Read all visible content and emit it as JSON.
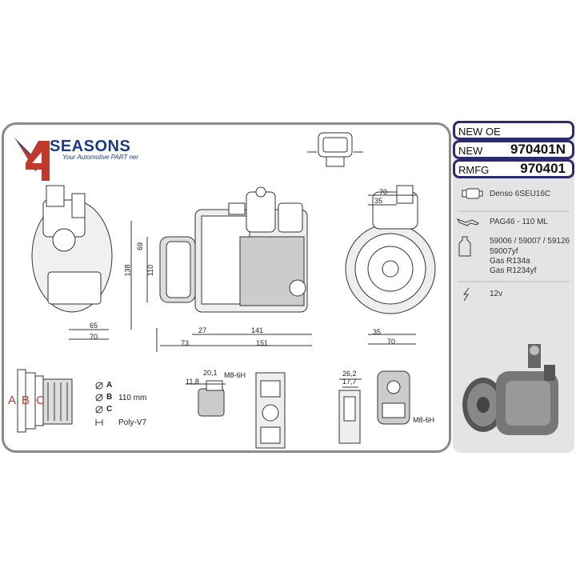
{
  "brand": {
    "name": "SEASONS",
    "digit": "4",
    "tagline": "Your Automotive PART ner"
  },
  "header": {
    "row1": {
      "label": "NEW OE"
    },
    "row2": {
      "label": "NEW",
      "value": "970401N"
    },
    "row3": {
      "label": "RMFG",
      "value": "970401"
    }
  },
  "specs": {
    "compressor": "Denso 6SEU16C",
    "oil": "PAG46 - 110 ML",
    "refs": [
      "59006 / 59007 / 59126",
      "59007yf",
      "Gas R134a",
      "Gas R1234yf"
    ],
    "voltage": "12v"
  },
  "dimensions": {
    "left_view": [
      "65",
      "70"
    ],
    "front_view": [
      "69",
      "138",
      "110",
      "27",
      "141",
      "73",
      "151"
    ],
    "right_view": [
      "70",
      "35",
      "35",
      "70"
    ],
    "fitting1": [
      "20,1",
      "11,8",
      "M8-6H"
    ],
    "fitting2": [
      "26,2",
      "17,7",
      "M8-6H"
    ]
  },
  "pulley": {
    "a": "A",
    "b": "B",
    "c": "C",
    "diameter": "110 mm",
    "belt": "Poly-V7",
    "letters": [
      "A",
      "B",
      "C"
    ]
  },
  "colors": {
    "border_main": "#8a8a8a",
    "border_header": "#2b2b6e",
    "logo_blue": "#1c3a8a",
    "logo_red": "#c0392b",
    "side_bg": "#e4e4e4"
  }
}
